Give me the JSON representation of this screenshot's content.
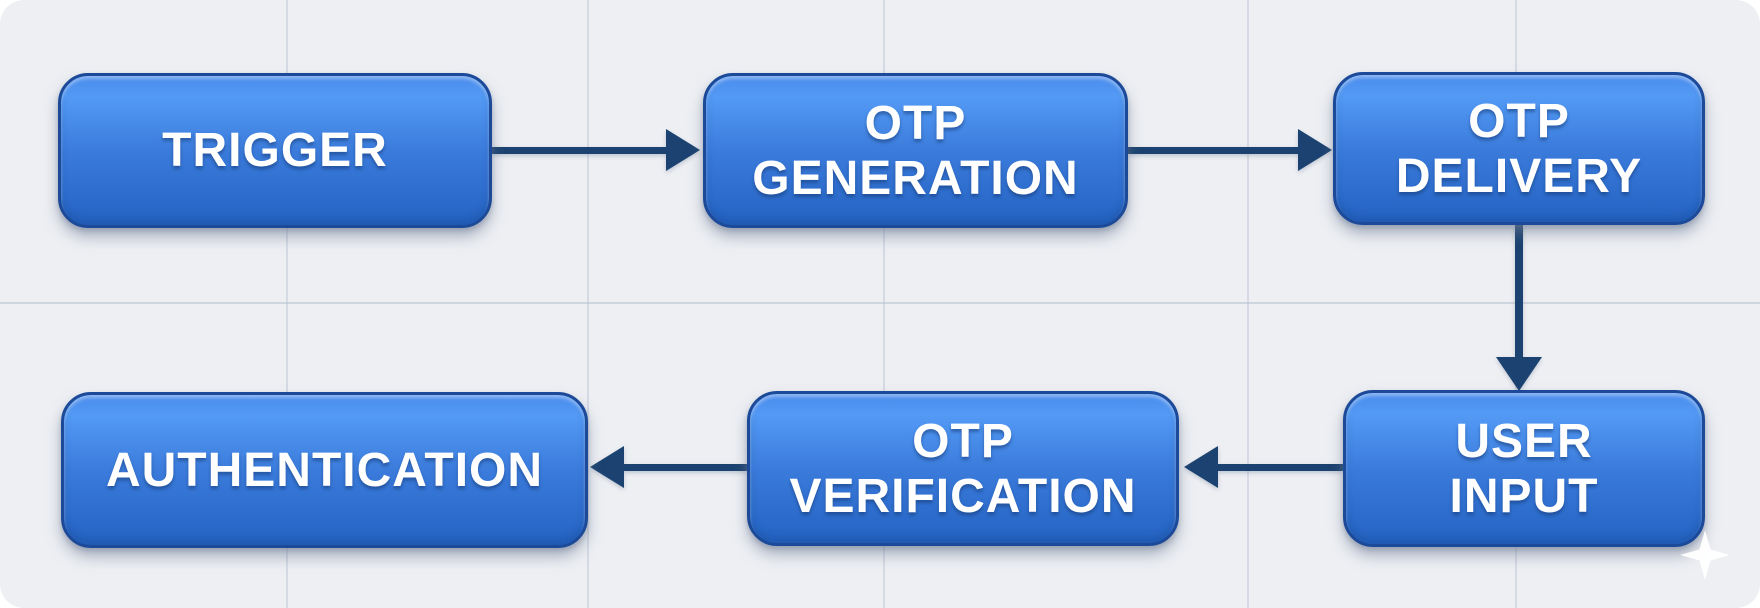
{
  "diagram_type": "flowchart",
  "nodes": [
    {
      "id": "trigger",
      "lines": [
        "TRIGGER"
      ]
    },
    {
      "id": "otp-generation",
      "lines": [
        "OTP",
        "GENERATION"
      ]
    },
    {
      "id": "otp-delivery",
      "lines": [
        "OTP",
        "DELIVERY"
      ]
    },
    {
      "id": "user-input",
      "lines": [
        "USER",
        "INPUT"
      ]
    },
    {
      "id": "otp-verification",
      "lines": [
        "OTP",
        "VERIFICATION"
      ]
    },
    {
      "id": "authentication",
      "lines": [
        "AUTHENTICATION"
      ]
    }
  ],
  "edges": [
    {
      "from": "trigger",
      "to": "otp-generation",
      "direction": "right"
    },
    {
      "from": "otp-generation",
      "to": "otp-delivery",
      "direction": "right"
    },
    {
      "from": "otp-delivery",
      "to": "user-input",
      "direction": "down"
    },
    {
      "from": "user-input",
      "to": "otp-verification",
      "direction": "left"
    },
    {
      "from": "otp-verification",
      "to": "authentication",
      "direction": "left"
    }
  ],
  "colors": {
    "background": "#edeff3",
    "node_fill_top": "#4a8cec",
    "node_fill_bottom": "#2463c2",
    "node_border": "#1c4a99",
    "arrow": "#1b4270",
    "label": "#ffffff"
  }
}
